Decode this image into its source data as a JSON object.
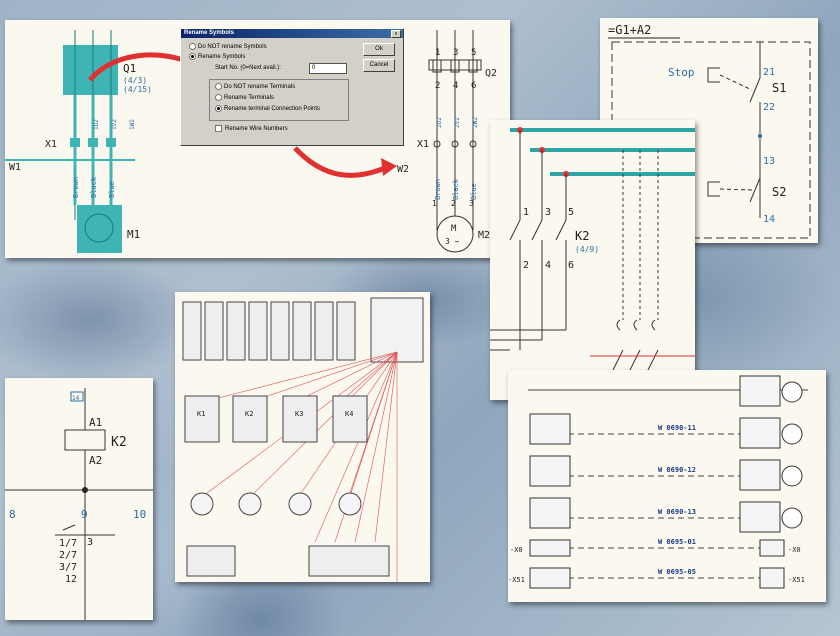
{
  "dialog": {
    "title": "Rename Symbols",
    "close_glyph": "x",
    "opt_do_not_rename_symbols": "Do NOT rename Symbols",
    "opt_rename_symbols": "Rename Symbols",
    "start_no_label": "Start No. (0=Next avail.):",
    "start_no_value": "0",
    "opt_do_not_rename_terminals": "Do NOT rename Terminals",
    "opt_rename_terminals": "Rename Terminals",
    "opt_rename_terminal_points": "Rename terminal Connection Points",
    "chk_rename_wire_numbers": "Rename Wire Numbers",
    "ok_label": "Ok",
    "cancel_label": "Cancel"
  },
  "motor_panel": {
    "q1": "Q1",
    "q1_ref1": "(4/3)",
    "q1_ref2": "(4/15)",
    "x1": "X1",
    "w1": "W1",
    "m1": "M1",
    "wire_colors": [
      "Brown",
      "Black",
      "Blue"
    ],
    "wire_tags": [
      "1U2",
      "1V2",
      "1W2"
    ],
    "q2": "Q2",
    "x1b": "X1",
    "w2": "W2",
    "m2": "M2",
    "motor_m": "M",
    "motor_phase": "3 ~",
    "pins_top": [
      "1",
      "3",
      "5"
    ],
    "pins_bottom": [
      "2",
      "4",
      "6"
    ],
    "wire_tags_right": [
      "2U2",
      "2V2",
      "2W2"
    ],
    "terminals": [
      "1",
      "2",
      "3"
    ]
  },
  "stop_panel": {
    "header": "=G1+A2",
    "stop_label": "Stop",
    "s1": "S1",
    "s2": "S2",
    "pin_21": "21",
    "pin_22": "22",
    "pin_13": "13",
    "pin_14": "14"
  },
  "contactor_panel": {
    "k2": "K2",
    "k2_ref": "(4/9)",
    "pins_top": [
      "1",
      "3",
      "5"
    ],
    "pins_bottom": [
      "2",
      "4",
      "6"
    ]
  },
  "coil_panel": {
    "sheet": "14",
    "a1": "A1",
    "a2": "A2",
    "k2": "K2",
    "left_num": "8",
    "mid_num": "9",
    "right_num": "10",
    "contact_num": "3",
    "refs": [
      "1/7",
      "2/7",
      "3/7",
      "12"
    ]
  },
  "cabinet_panel": {
    "contactor_labels": [
      "K1",
      "K2",
      "K3",
      "K4"
    ]
  },
  "cable_panel": {
    "cables": [
      "W 0690-11",
      "W 0690-12",
      "W 0690-13",
      "W 0695-01",
      "W 0695-05"
    ],
    "left_tags": [
      "-X0",
      "-X51"
    ],
    "right_tags": [
      "-X0",
      "-X51"
    ]
  }
}
